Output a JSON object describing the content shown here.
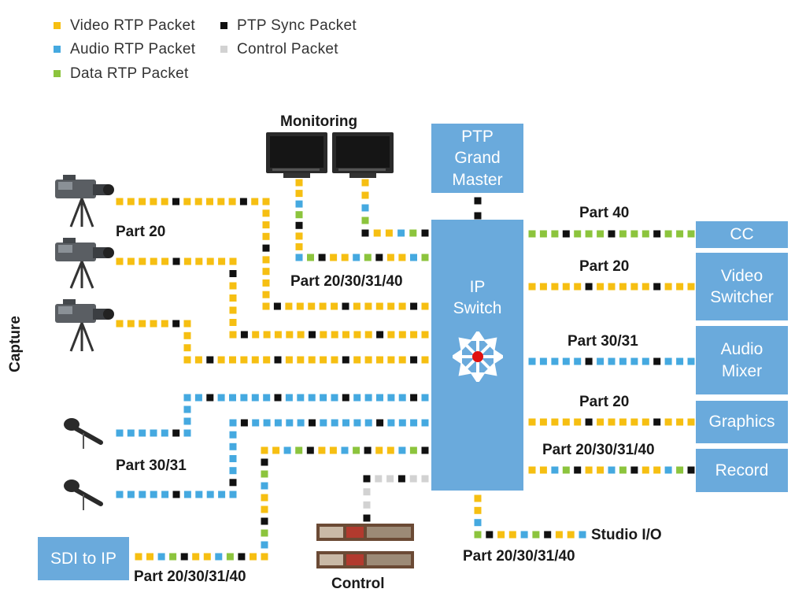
{
  "colors": {
    "video": "#f6bf12",
    "audio": "#45a9e0",
    "data": "#8cc43d",
    "ptp": "#111111",
    "control": "#d2d2d2",
    "box": "#6aaadc"
  },
  "legend": [
    {
      "label": "Video RTP Packet",
      "color": "#f6bf12"
    },
    {
      "label": "PTP Sync Packet",
      "color": "#111111"
    },
    {
      "label": "Audio RTP Packet",
      "color": "#45a9e0"
    },
    {
      "label": "Control Packet",
      "color": "#d2d2d2"
    },
    {
      "label": "Data RTP Packet",
      "color": "#8cc43d"
    }
  ],
  "boxes": {
    "ptp_grandmaster": "PTP\nGrand\nMaster",
    "ip_switch": "IP\nSwitch",
    "cc": "CC",
    "video_switcher": "Video\nSwitcher",
    "audio_mixer": "Audio\nMixer",
    "graphics": "Graphics",
    "record": "Record",
    "sdi_to_ip": "SDI to IP"
  },
  "labels": {
    "monitoring": "Monitoring",
    "capture": "Capture",
    "control": "Control",
    "studio_io": "Studio I/O",
    "cameras_part": "Part 20",
    "mics_part": "Part 30/31",
    "monitor_part": "Part 20/30/31/40",
    "sdi_part": "Part 20/30/31/40",
    "studio_part": "Part 20/30/31/40",
    "cc_part": "Part 40",
    "video_switcher_part": "Part 20",
    "audio_mixer_part": "Part 30/31",
    "graphics_part": "Part 20",
    "record_part": "Part 20/30/31/40"
  },
  "icons": [
    "camera-icon",
    "camera-icon",
    "camera-icon",
    "microphone-icon",
    "microphone-icon",
    "monitor-icon",
    "monitor-icon",
    "rack-unit-icon",
    "rack-unit-icon",
    "switch-star-icon"
  ]
}
